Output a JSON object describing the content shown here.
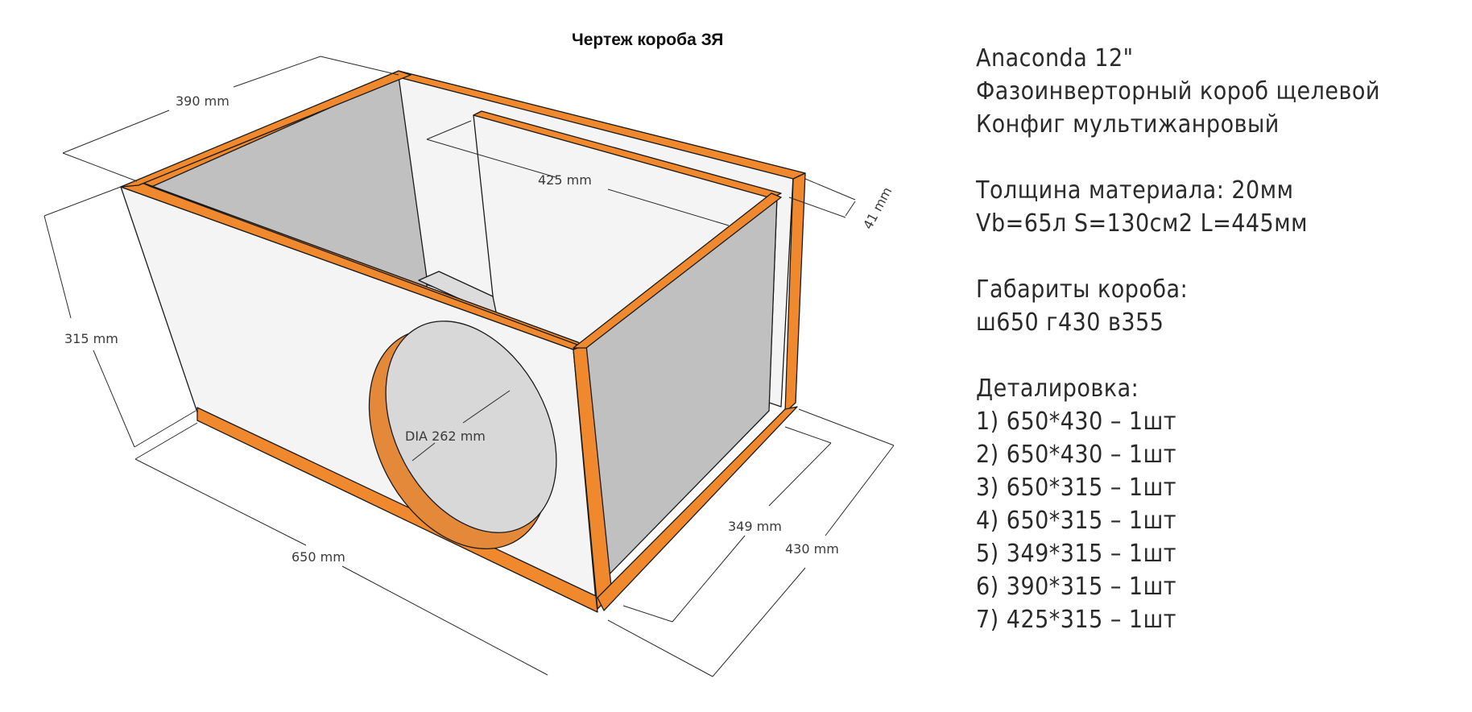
{
  "title": "Чертеж короба ЗЯ",
  "colors": {
    "edge": "#f0892e",
    "edge_dark": "#d97420",
    "inner_panel": "#c0c0c0",
    "outer_panel": "#f4f4f4",
    "port_floor": "#dcdcdc",
    "hole": "#d8d8d8",
    "line": "#1a1a1a",
    "dim_text": "#3a3a3a"
  },
  "dimensions": {
    "d390": "390 mm",
    "d425": "425 mm",
    "d41": "41 mm",
    "d315": "315 mm",
    "dia": "DIA 262 mm",
    "d650": "650 mm",
    "d349": "349 mm",
    "d430": "430 mm"
  },
  "spec": {
    "model": "Anaconda 12\"",
    "box_type": "Фазоинверторный короб щелевой",
    "config": "Конфиг мультижанровый",
    "material": "Толщина материала: 20мм",
    "params": "Vb=65л S=130см2 L=445мм",
    "size_heading": "Габариты короба:",
    "size_value": "ш650 г430 в355",
    "parts_heading": "Деталировка:",
    "parts": [
      "1) 650*430 – 1шт",
      "2) 650*430 – 1шт",
      "3) 650*315 – 1шт",
      "4) 650*315 – 1шт",
      "5) 349*315 – 1шт",
      "6) 390*315 – 1шт",
      "7) 425*315 – 1шт"
    ]
  }
}
